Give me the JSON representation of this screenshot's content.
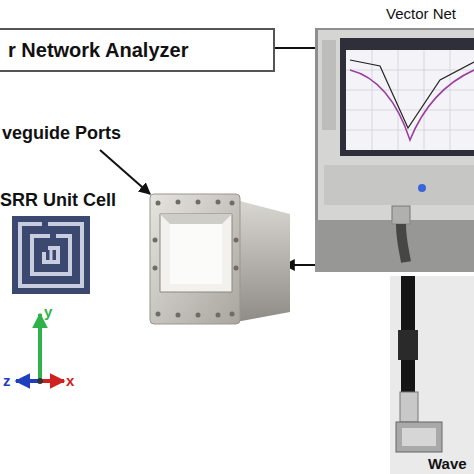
{
  "diagram": {
    "nodes": [
      {
        "text": [
          "r Network Analyzer"
        ]
      }
    ],
    "labels": [
      "Vector Net",
      "veguide Ports",
      "SRR Unit Cell",
      "y",
      "z",
      "x",
      "Wave"
    ]
  }
}
